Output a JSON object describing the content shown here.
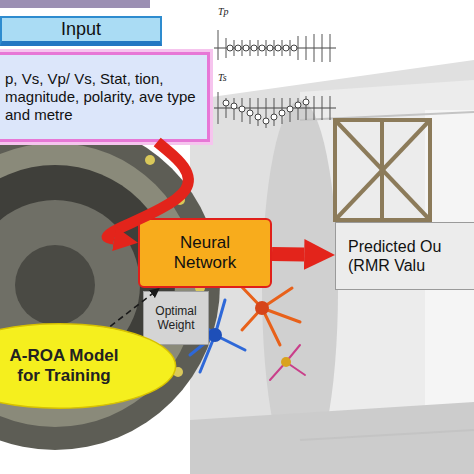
{
  "diagram": {
    "nodes": [
      {
        "text": [
          "Input"
        ]
      },
      {
        "text": [
          "p, Vs, Vp/ Vs, Stat, tion, magnitude, polarity, ave type and metre"
        ]
      },
      {
        "text": [
          "Neural Network"
        ]
      },
      {
        "text": [
          "Predicted Ou (RMR Valu"
        ]
      },
      {
        "text": [
          "Optimal Weight"
        ]
      },
      {
        "text": [
          "A-ROA Model for Training"
        ]
      }
    ],
    "edges": [
      {
        "from": 1,
        "to": 2,
        "arrow": "to"
      },
      {
        "from": 2,
        "to": 3,
        "arrow": "to"
      },
      {
        "from": 5,
        "to": 2,
        "arrow": "to"
      }
    ],
    "labels": [
      "Tp",
      "Ts"
    ]
  }
}
